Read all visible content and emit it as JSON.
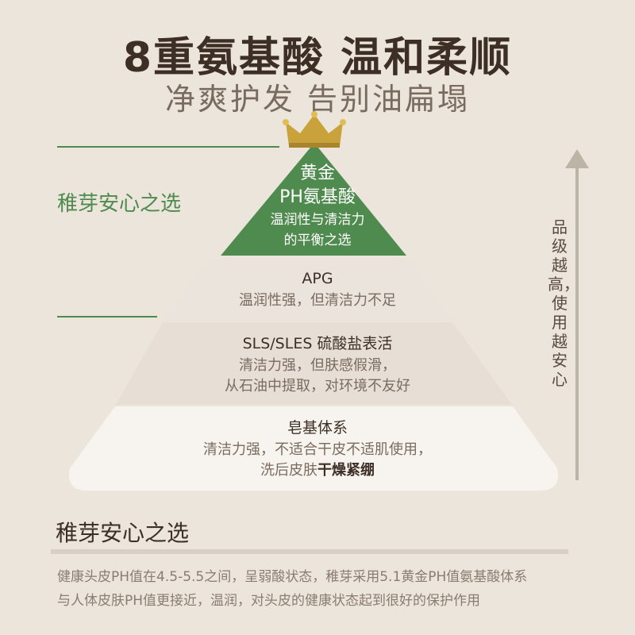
{
  "header": {
    "title": "8重氨基酸 温和柔顺",
    "subtitle": "净爽护发 告别油扁塌"
  },
  "left_label": "稚芽安心之选",
  "pyramid": {
    "tier1": {
      "line1": "黄金",
      "line2": "PH氨基酸",
      "line3": "温润性与清洁力",
      "line4": "的平衡之选"
    },
    "tier2": {
      "line1": "APG",
      "line2": "温润性强，但清洁力不足"
    },
    "tier3": {
      "line1": "SLS/SLES 硫酸盐表活",
      "line2": "清洁力强，但肤感假滑，",
      "line3": "从石油中提取，对环境不友好"
    },
    "tier4": {
      "line1": "皂基体系",
      "line2": "清洁力强，不适合干皮不适肌使用，",
      "line3a": "洗后皮肤",
      "line3b": "干燥紧绷"
    }
  },
  "side_note": "品级越高，使用越安心",
  "bottom": {
    "title": "稚芽安心之选",
    "desc1": "健康头皮PH值在4.5-5.5之间，呈弱酸状态，稚芽采用5.1黄金PH值氨基酸体系",
    "desc2": "与人体皮肤PH值更接近，温润，对头皮的健康状态起到很好的保护作用"
  },
  "colors": {
    "green": "#4f8a4e",
    "background": "#ece5dc",
    "gold": "#c9a23b"
  },
  "icons": {
    "crown": "crown-icon",
    "arrow": "up-arrow-icon"
  }
}
